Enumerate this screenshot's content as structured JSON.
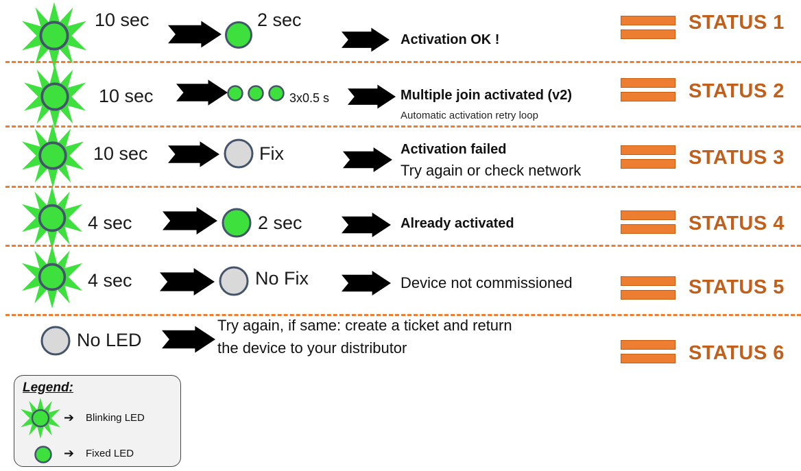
{
  "rows": [
    {
      "blink_duration": "10 sec",
      "result": "2 sec",
      "message": "Activation OK !",
      "status": "STATUS 1"
    },
    {
      "blink_duration": "10 sec",
      "result": "3x0.5 s",
      "message": "Multiple join activated (v2)",
      "submessage": "Automatic activation retry loop",
      "status": "STATUS 2"
    },
    {
      "blink_duration": "10 sec",
      "result": "Fix",
      "message_line1": "Activation failed",
      "message_line2": "Try again or check network",
      "status": "STATUS 3"
    },
    {
      "blink_duration": "4 sec",
      "result": "2 sec",
      "message": "Already activated",
      "status": "STATUS 4"
    },
    {
      "blink_duration": "4 sec",
      "result": "No Fix",
      "message": "Device not commissioned",
      "status": "STATUS 5"
    },
    {
      "led_label": "No LED",
      "message_line1": "Try again, if same: create a ticket and return",
      "message_line2": "the device to your distributor",
      "status": "STATUS 6"
    }
  ],
  "legend": {
    "title": "Legend:",
    "blinking_label": "Blinking LED",
    "fixed_label": "Fixed LED"
  },
  "colors": {
    "led_green": "#3ee03e",
    "led_gray": "#d9d9d9",
    "led_outline": "#44546a",
    "status_text": "#c0601c",
    "status_bar": "#ed7d31",
    "divider": "#ed7d31"
  }
}
